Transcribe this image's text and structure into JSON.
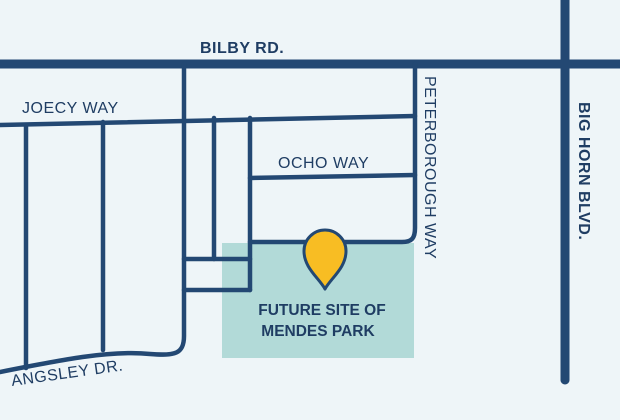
{
  "map": {
    "colors": {
      "background": "#eef5f8",
      "road": "#234873",
      "park_area": "#b2dad8",
      "pin": "#f8bd23",
      "label": "#1f3d63"
    },
    "streets": {
      "bilby": "BILBY RD.",
      "joecy": "JOECY WAY",
      "ocho": "OCHO WAY",
      "peterborough": "PETERBOROUGH WAY",
      "big_horn": "BIG HORN BLVD.",
      "angsley": "ANGSLEY DR."
    },
    "park": {
      "line1": "FUTURE SITE OF",
      "line2": "MENDES PARK"
    },
    "marker_icon": "location-pin-icon"
  }
}
